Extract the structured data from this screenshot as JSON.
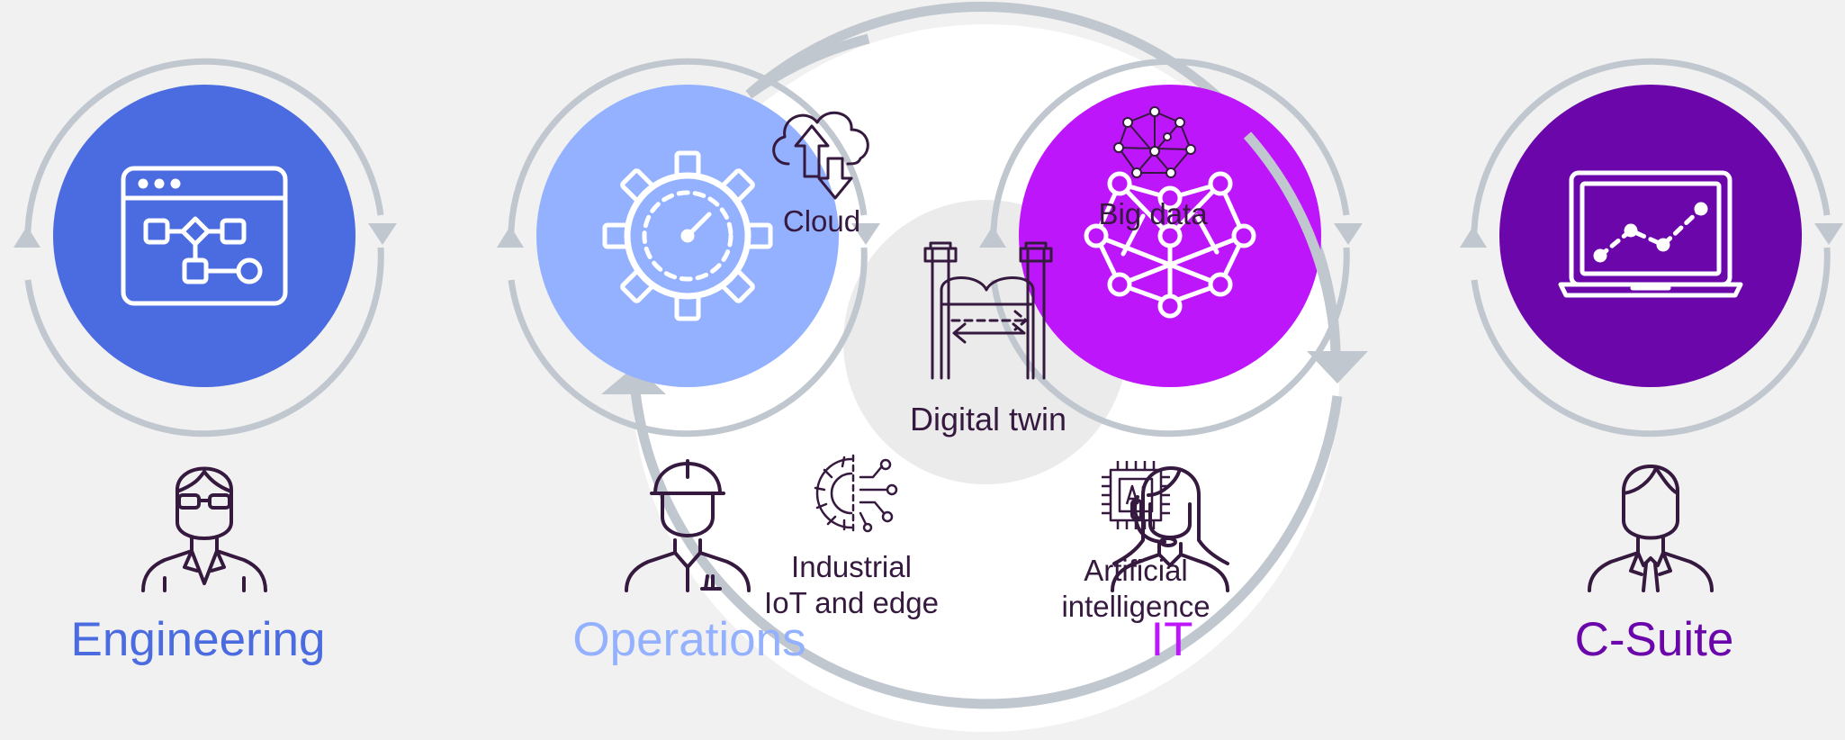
{
  "colors": {
    "background": "#f1f1f1",
    "ring": "#c1c7cf",
    "engineering": "#4b6be0",
    "operations": "#94b1ff",
    "it": "#be16fb",
    "csuite": "#6a06aa",
    "dark_ink": "#35193e",
    "center_disc": "#ebebeb"
  },
  "roles": [
    {
      "key": "engineering",
      "label": "Engineering",
      "icon": "workflow-window-icon",
      "person": "engineer-with-glasses-icon"
    },
    {
      "key": "operations",
      "label": "Operations",
      "icon": "gear-gauge-icon",
      "person": "worker-hardhat-icon"
    },
    {
      "key": "it",
      "label": "IT",
      "icon": "network-head-icon",
      "person": "support-headset-icon"
    },
    {
      "key": "csuite",
      "label": "C-Suite",
      "icon": "laptop-trend-icon",
      "person": "executive-icon"
    }
  ],
  "technologies": {
    "cloud": {
      "label": "Cloud",
      "icon": "cloud-sync-icon"
    },
    "big_data": {
      "label": "Big data",
      "icon": "big-data-icon"
    },
    "digital_twin": {
      "label": "Digital twin",
      "icon": "digital-twin-icon"
    },
    "iiot": {
      "line1": "Industrial",
      "line2": "IoT and edge",
      "icon": "iot-gear-icon"
    },
    "ai": {
      "line1": "Artificial",
      "line2": "intelligence",
      "icon": "ai-chip-icon"
    }
  }
}
